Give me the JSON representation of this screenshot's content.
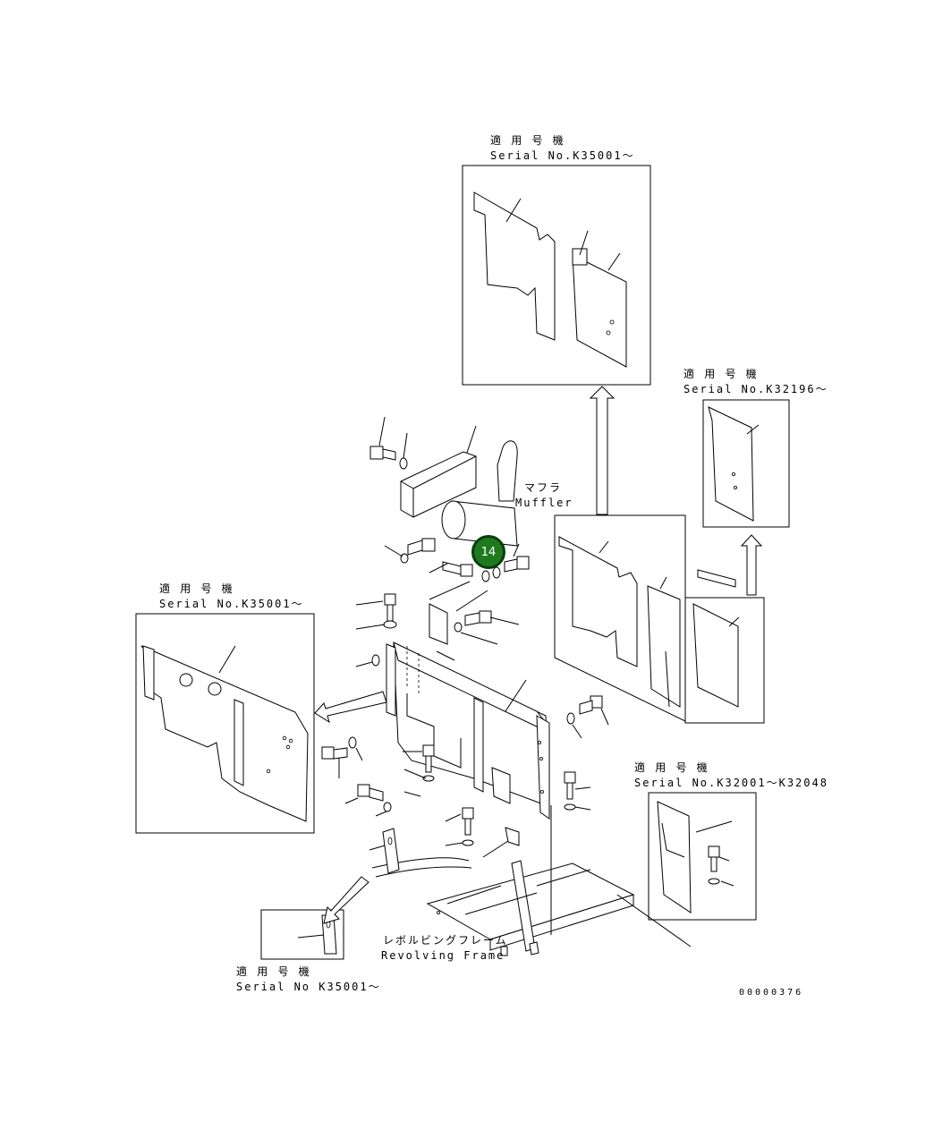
{
  "callouts": {
    "top": {
      "line1": "適 用 号 機",
      "line2": "Serial No.K35001～"
    },
    "right": {
      "line1": "適 用 号 機",
      "line2": "Serial No.K32196～"
    },
    "left": {
      "line1": "適 用 号 機",
      "line2": "Serial No.K35001～"
    },
    "lower_right": {
      "line1": "適 用 号 機",
      "line2": "Serial No.K32001～K32048"
    },
    "bottom": {
      "line1": "適 用 号 機",
      "line2": "Serial No K35001～"
    }
  },
  "parts": {
    "muffler_jp": "マフラ",
    "muffler_en": "Muffler",
    "frame_jp": "レボルビングフレーム",
    "frame_en": "Revolving Frame"
  },
  "badge": {
    "number": "14",
    "color": "#1f7a1f"
  },
  "drawing_number": "00000376"
}
